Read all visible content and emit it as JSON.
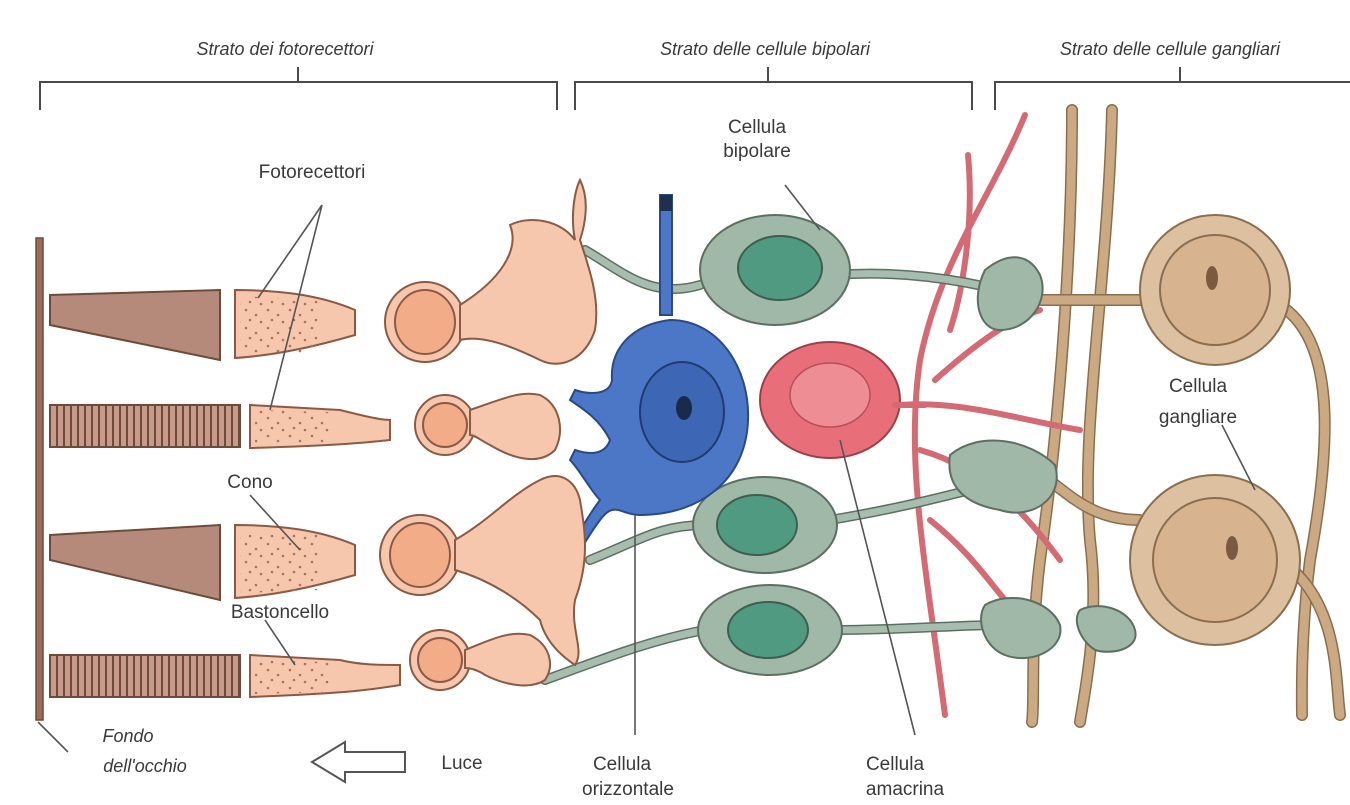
{
  "layers": {
    "photoreceptor": "Strato dei fotorecettori",
    "bipolar": "Strato delle cellule bipolari",
    "ganglion": "Strato delle cellule gangliari"
  },
  "labels": {
    "photoreceptors": "Fotorecettori",
    "cone": "Cono",
    "rod": "Bastoncello",
    "bipolar_line1": "Cellula",
    "bipolar_line2": "bipolare",
    "ganglion_line1": "Cellula",
    "ganglion_line2": "gangliare",
    "horizontal_line1": "Cellula",
    "horizontal_line2": "orizzontale",
    "amacrine_line1": "Cellula",
    "amacrine_line2": "amacrina",
    "fundus_line1": "Fondo",
    "fundus_line2": "dell'occhio",
    "light": "Luce"
  },
  "colors": {
    "photoreceptor": "#f6c7ad",
    "bipolar": "#9fb8a7",
    "horizontal": "#4b77c6",
    "amacrine": "#e86f7a",
    "ganglion": "#ddc0a0"
  }
}
